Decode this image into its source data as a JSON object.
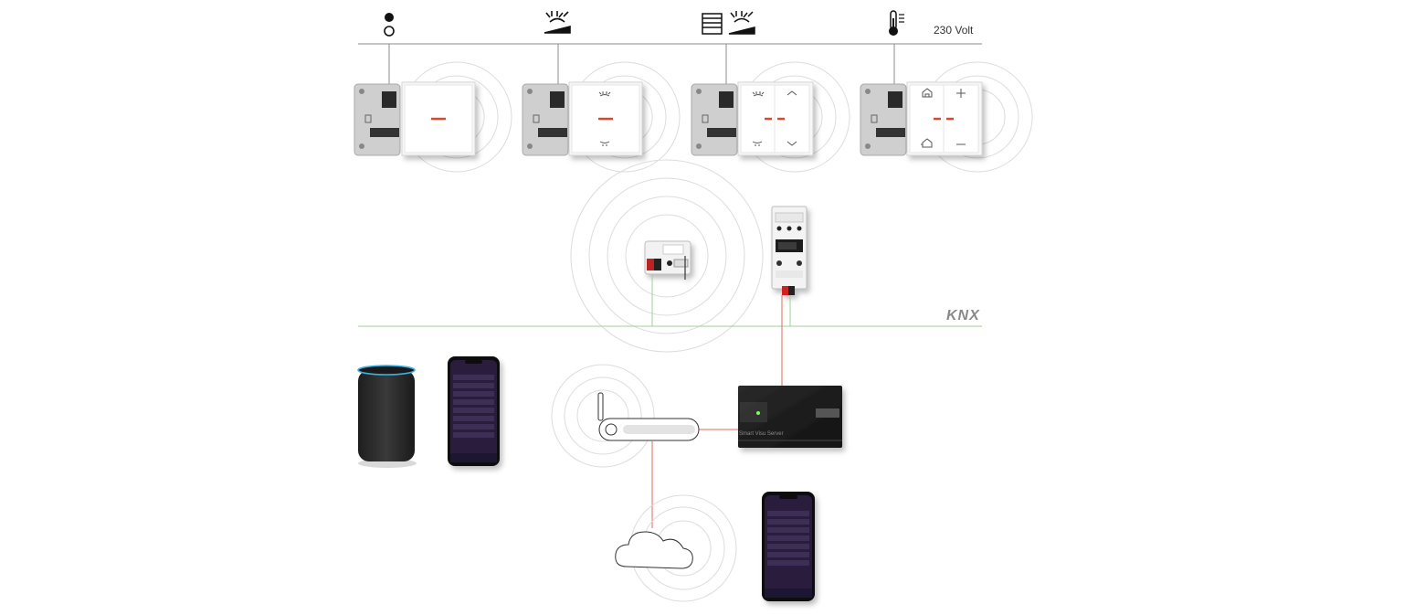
{
  "labels": {
    "voltage": "230 Volt",
    "bus": "KNX",
    "server_name": "Smart Visu Server"
  },
  "colors": {
    "power_line": "#8c8c8c",
    "knx_line": "#9fd19a",
    "ip_line": "#e06a5a",
    "switch_led": "#e0452b",
    "app_bg": "#2a1f3d",
    "speaker_ring": "#39b3e6"
  },
  "icons": {
    "switch_1": "switch-icon",
    "switch_2": "dimmer-light-icon",
    "switch_3": "blind-and-light-icon",
    "switch_4": "thermometer-icon"
  }
}
